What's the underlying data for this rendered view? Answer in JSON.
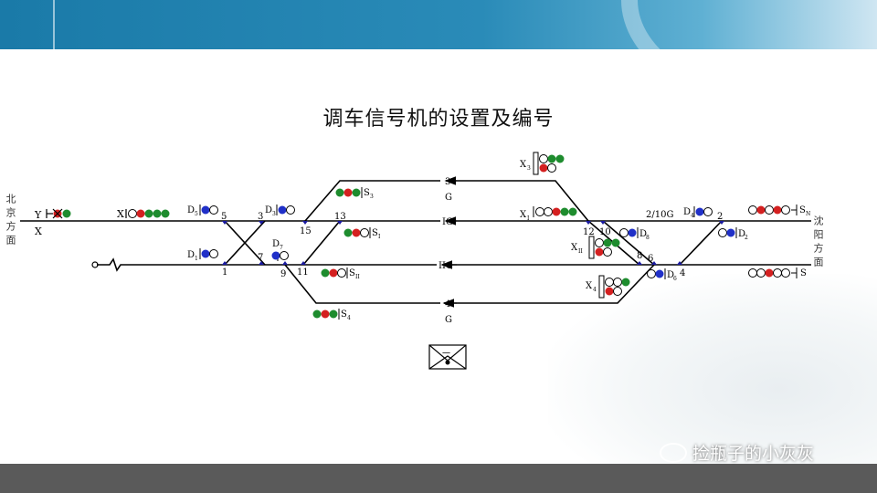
{
  "title": "调车信号机的设置及编号",
  "left_direction": "北京方面",
  "right_direction": "沈阳方面",
  "watermark": "捡瓶子的小灰灰",
  "tracks": {
    "t3": "3",
    "t3g": "G",
    "tIG": "IG",
    "tIIG": "IIG",
    "t4": "4",
    "t4g": "G",
    "t210": "2/10G"
  },
  "switches": [
    "5",
    "3",
    "15",
    "13",
    "1",
    "7",
    "9",
    "11",
    "12",
    "10",
    "8",
    "6",
    "4",
    "2"
  ],
  "signals": {
    "Y": "Y",
    "X": "X",
    "Xarrival": "X",
    "D5": "D",
    "D3": "D",
    "D1": "D",
    "D7": "D",
    "S3": "S",
    "SI": "S",
    "SII": "S",
    "S4": "S",
    "X3": "X",
    "XI": "X",
    "XII": "X",
    "X4": "X",
    "D8": "D",
    "D4": "D",
    "D2": "D",
    "D6": "D",
    "SN": "S",
    "S": "S"
  },
  "subs": {
    "D5": "5",
    "D3": "3",
    "D1": "1",
    "D7": "7",
    "S3": "3",
    "SI": "I",
    "SII": "II",
    "S4": "4",
    "X3": "3",
    "XI": "I",
    "XII": "II",
    "X4": "4",
    "D8": "8",
    "D4": "4",
    "D2": "2",
    "D6": "6",
    "SN": "N"
  },
  "legend_symbol": "一",
  "colors": {
    "green": "#1e8c2e",
    "red": "#d42020",
    "blue": "#2030c8",
    "track": "#000000"
  }
}
